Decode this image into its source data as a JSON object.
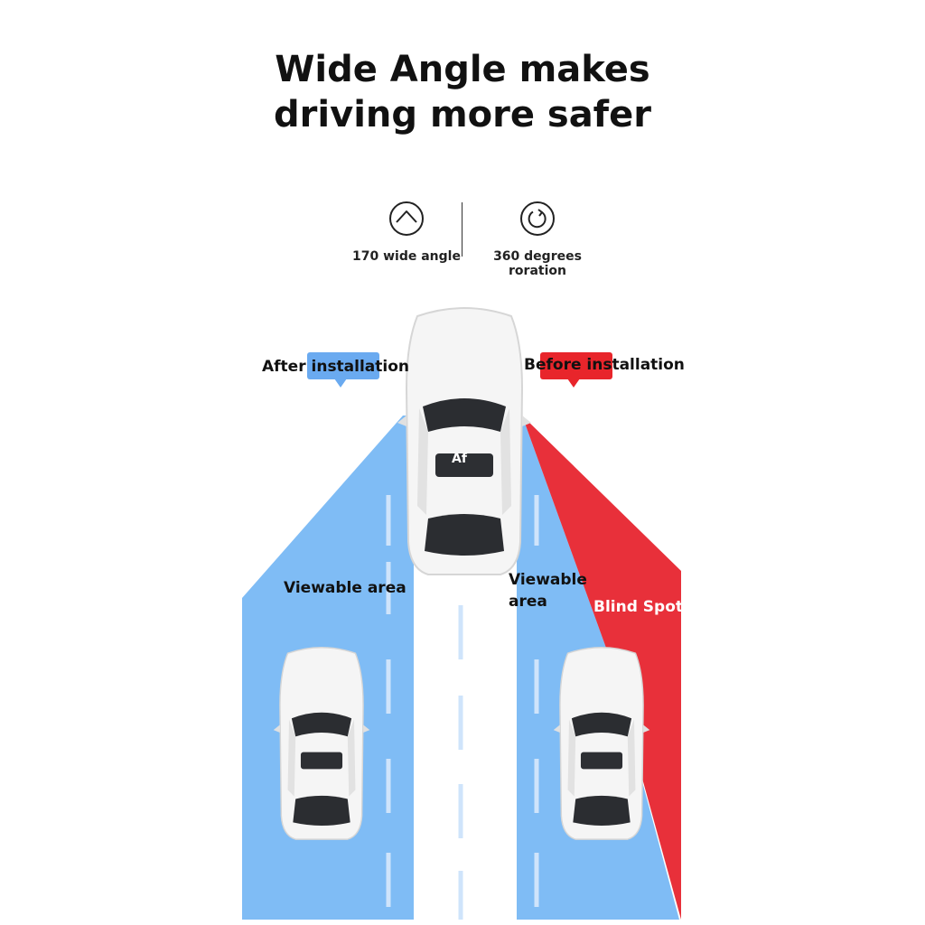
{
  "headline": {
    "line1": "Wide Angle makes",
    "line2": "driving more safer"
  },
  "features": [
    {
      "icon": "wide-angle-icon",
      "label": "170 wide angle"
    },
    {
      "icon": "rotation-icon",
      "label": "360 degrees roration"
    }
  ],
  "scene": {
    "after_label": "After installation",
    "before_label": "Before installation",
    "viewable_left": "Viewable area",
    "viewable_right_line1": "Viewable",
    "viewable_right_line2": "area",
    "blind_spot": "Blind Spot",
    "rear_window_text": "Af"
  },
  "colors": {
    "viewable_blue": "#7fbcf5",
    "blind_spot_red": "#e8303a",
    "bubble_blue": "#6aaaf0",
    "bubble_red": "#e8252b"
  }
}
